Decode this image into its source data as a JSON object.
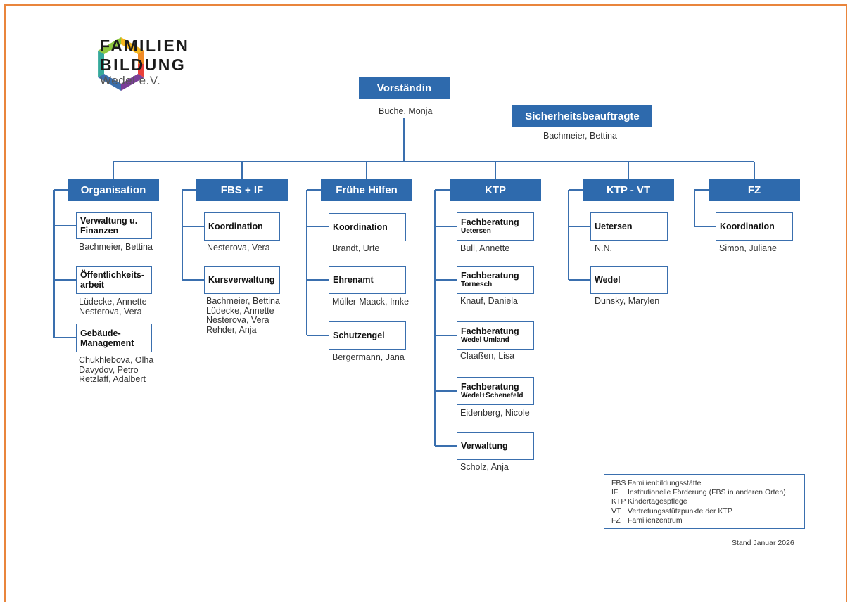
{
  "logo": {
    "line1": "FAMILIEN",
    "line2": "BILDUNG",
    "line3": "Wedel e.V."
  },
  "top": {
    "title": "Vorständin",
    "names": [
      "Buche, Monja"
    ]
  },
  "safety": {
    "title": "Sicherheitsbeauftragte",
    "names": [
      "Bachmeier, Bettina"
    ]
  },
  "departments": [
    {
      "title": "Organisation",
      "units": [
        {
          "line1": "Verwaltung u.",
          "line1b": "Finanzen",
          "names": [
            "Bachmeier, Bettina"
          ]
        },
        {
          "line1": "Öffentlichkeits-",
          "line1b": "arbeit",
          "names": [
            "Lüdecke, Annette",
            "Nesterova, Vera"
          ]
        },
        {
          "line1": "Gebäude-",
          "line1b": "Management",
          "names": [
            "Chukhlebova, Olha",
            "Davydov, Petro",
            "Retzlaff, Adalbert"
          ]
        }
      ]
    },
    {
      "title": "FBS + IF",
      "units": [
        {
          "line1": "Koordination",
          "names": [
            "Nesterova, Vera"
          ]
        },
        {
          "line1": "Kursverwaltung",
          "names": [
            "Bachmeier, Bettina",
            "Lüdecke, Annette",
            "Nesterova, Vera",
            "Rehder, Anja"
          ]
        }
      ]
    },
    {
      "title": "Frühe Hilfen",
      "units": [
        {
          "line1": "Koordination",
          "names": [
            "Brandt, Urte"
          ]
        },
        {
          "line1": "Ehrenamt",
          "names": [
            "Müller-Maack, Imke"
          ]
        },
        {
          "line1": "Schutzengel",
          "names": [
            "Bergermann, Jana"
          ]
        }
      ]
    },
    {
      "title": "KTP",
      "units": [
        {
          "line1": "Fachberatung",
          "line2": "Uetersen",
          "names": [
            "Bull, Annette"
          ]
        },
        {
          "line1": "Fachberatung",
          "line2": "Tornesch",
          "names": [
            "Knauf, Daniela"
          ]
        },
        {
          "line1": "Fachberatung",
          "line2": "Wedel Umland",
          "names": [
            "Claaßen, Lisa"
          ]
        },
        {
          "line1": "Fachberatung",
          "line2": "Wedel+Schenefeld",
          "names": [
            "Eidenberg, Nicole"
          ]
        },
        {
          "line1": "Verwaltung",
          "names": [
            "Scholz, Anja"
          ]
        }
      ]
    },
    {
      "title": "KTP - VT",
      "units": [
        {
          "line1": "Uetersen",
          "names": [
            "N.N."
          ]
        },
        {
          "line1": "Wedel",
          "names": [
            "Dunsky, Marylen"
          ]
        }
      ]
    },
    {
      "title": "FZ",
      "units": [
        {
          "line1": "Koordination",
          "names": [
            "Simon, Juliane"
          ]
        }
      ]
    }
  ],
  "legend": [
    {
      "abbr": "FBS",
      "text": "Familienbildungsstätte"
    },
    {
      "abbr": "IF",
      "text": "Institutionelle Förderung (FBS in anderen Orten)"
    },
    {
      "abbr": "KTP",
      "text": "Kindertagespflege"
    },
    {
      "abbr": "VT",
      "text": "Vertretungsstützpunkte der KTP"
    },
    {
      "abbr": "FZ",
      "text": "Familienzentrum"
    }
  ],
  "stand": "Stand Januar 2026",
  "colors": {
    "frame": "#e9853c",
    "header": "#2e6aad",
    "line": "#3a6fae"
  }
}
